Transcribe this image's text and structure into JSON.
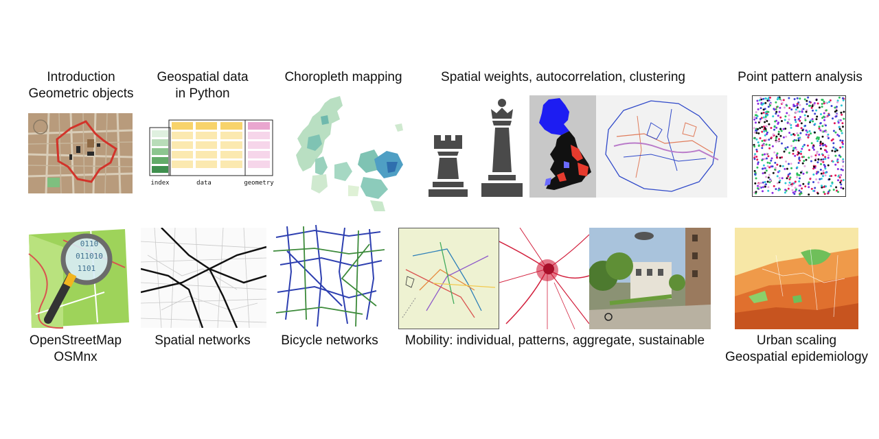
{
  "top_row": {
    "intro": {
      "line1": "Introduction",
      "line2": "Geometric objects"
    },
    "geodata": {
      "line1": "Geospatial data",
      "line2": "in Python",
      "col_index": "index",
      "col_data": "data",
      "col_geometry": "geometry"
    },
    "choropleth": {
      "line1": "Choropleth mapping"
    },
    "spatial": {
      "line1": "Spatial weights, autocorrelation, clustering"
    },
    "point": {
      "line1": "Point pattern analysis"
    }
  },
  "bottom_row": {
    "osm": {
      "line1": "OpenStreetMap",
      "line2": "OSMnx",
      "magnifier_text_1": "0110",
      "magnifier_text_2": "011010",
      "magnifier_text_3": "1101"
    },
    "networks": {
      "line1": "Spatial networks"
    },
    "bicycle": {
      "line1": "Bicycle networks"
    },
    "mobility": {
      "line1": "Mobility: individual, patterns, aggregate, sustainable"
    },
    "urban": {
      "line1": "Urban scaling",
      "line2": "Geospatial epidemiology"
    }
  },
  "colors": {
    "data_header": "#f7d36b",
    "data_cell": "#fbe9b0",
    "geom_header": "#e9a6cf",
    "geom_cell": "#f6d6ea",
    "index_dark": "#3f8f4e",
    "index_light": "#dff0df",
    "chess": "#4a4a4a",
    "osm_green": "#9ed35a",
    "bike_blue": "#2d3fb0"
  },
  "icons": [
    "map-thumbnail-icon",
    "table-schema-icon",
    "denmark-map-icon",
    "rook-icon",
    "queen-icon",
    "uk-cluster-map-icon",
    "london-boundary-map-icon",
    "point-pattern-icon",
    "osm-logo-icon",
    "magnifier-icon",
    "street-network-icon",
    "bike-network-icon",
    "trajectory-plot-icon",
    "flow-map-icon",
    "street-scene-icon",
    "europe-heatmap-icon"
  ]
}
